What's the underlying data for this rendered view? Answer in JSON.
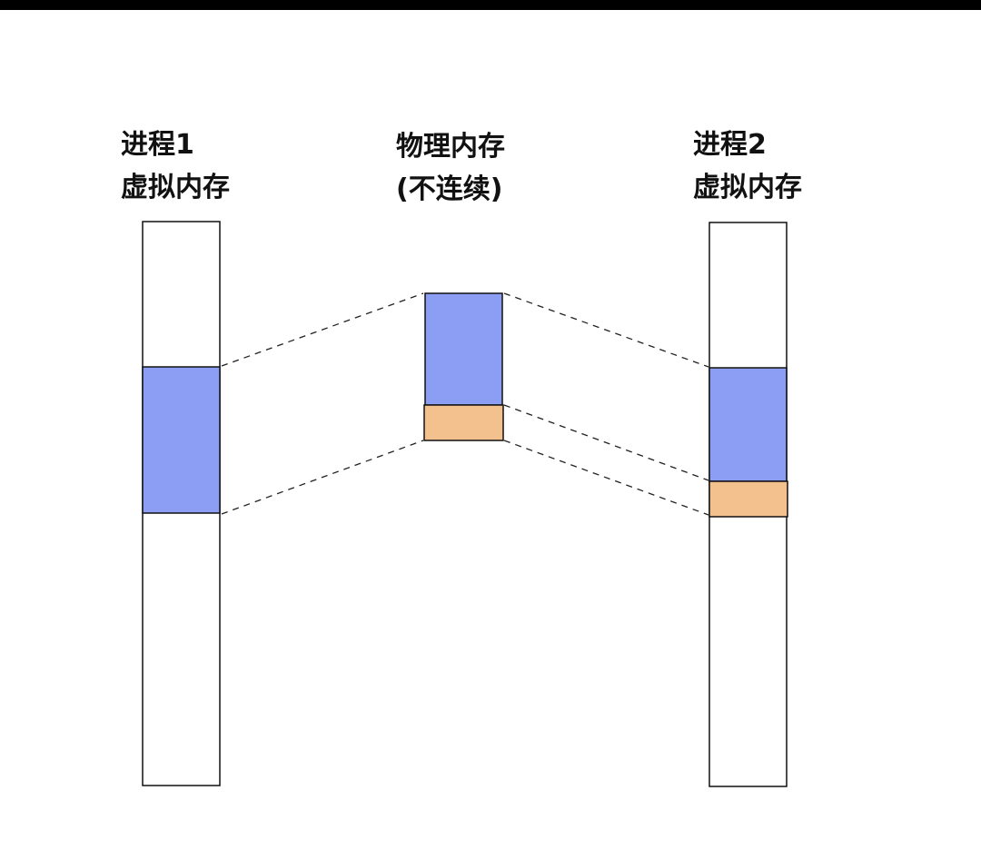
{
  "labels": {
    "process1": {
      "line1": "进程1",
      "line2": "虚拟内存"
    },
    "physical": {
      "line1": "物理内存",
      "line2": "(不连续)"
    },
    "process2": {
      "line1": "进程2",
      "line2": "虚拟内存"
    }
  },
  "colors": {
    "blue_block": "#8b9ef3",
    "orange_block": "#f2c18e",
    "outline": "#111111",
    "connector": "#222222",
    "top_bar": "#000000"
  }
}
